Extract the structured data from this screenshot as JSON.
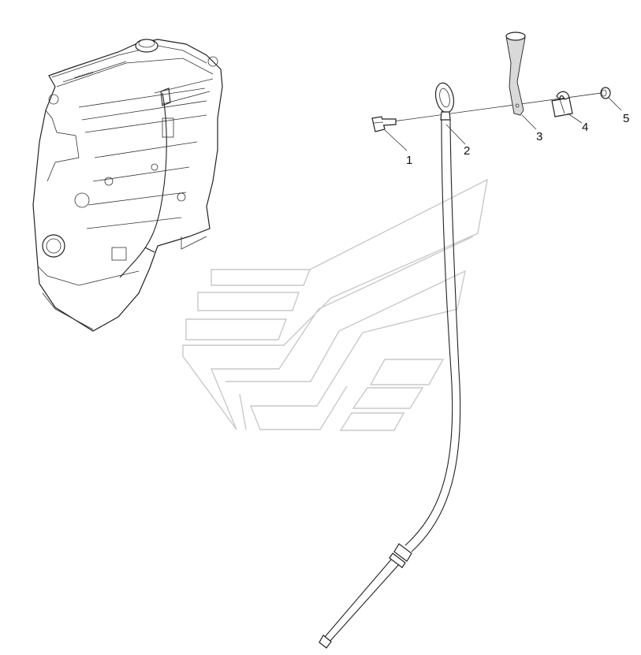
{
  "figure": {
    "callouts": [
      {
        "id": "1",
        "label": "1"
      },
      {
        "id": "2",
        "label": "2"
      },
      {
        "id": "3",
        "label": "3"
      },
      {
        "id": "4",
        "label": "4"
      },
      {
        "id": "5",
        "label": "5"
      }
    ],
    "icons": [
      "engine-illustration",
      "dipstick",
      "bolt",
      "bracket",
      "clip",
      "nut",
      "watermark-logo"
    ]
  }
}
